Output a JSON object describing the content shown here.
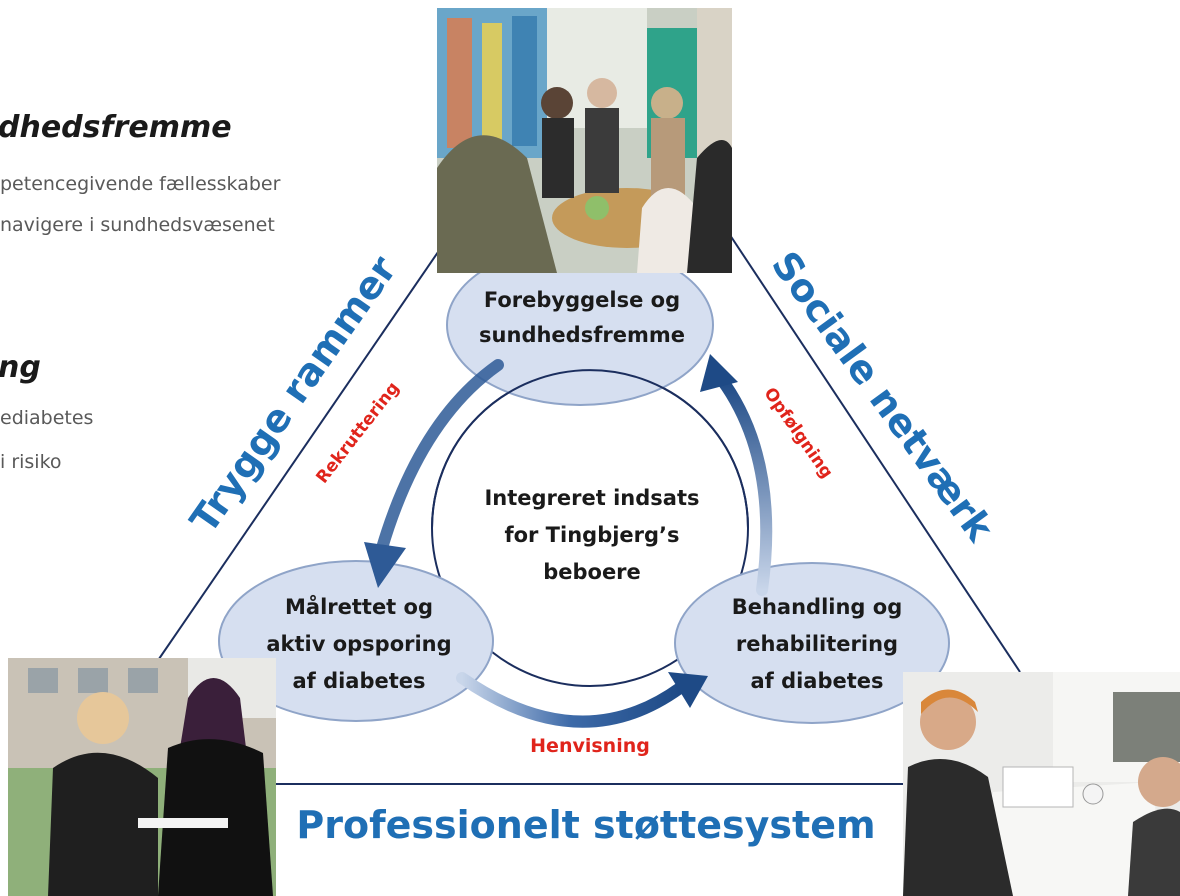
{
  "background": {
    "heading1": "dhedsfremme",
    "line1": "petencegivende fællesskaber",
    "line2": "navigere i sundhedsvæsenet",
    "heading2": "ng",
    "line3": "ediabetes",
    "line4": "i risiko"
  },
  "sides": {
    "left": "Trygge rammer",
    "right": "Sociale netværk",
    "bottom": "Professionelt støttesystem"
  },
  "nodes": {
    "top": [
      "Forebyggelse og",
      "sundhedsfremme"
    ],
    "left": [
      "Målrettet og",
      "aktiv opsporing",
      "af diabetes"
    ],
    "right": [
      "Behandling og",
      "rehabilitering",
      "af diabetes"
    ],
    "center": [
      "Integreret indsats",
      "for Tingbjerg’s",
      "beboere"
    ]
  },
  "arrows": {
    "left": "Rekruttering",
    "right": "Opfølgning",
    "bottom": "Henvisning"
  },
  "colors": {
    "navy": "#1b2e5e",
    "blue": "#1f6fb5",
    "red": "#e0241b",
    "ellipse_fill": "#d6dff0",
    "ellipse_stroke": "#8fa4c8",
    "arrow": "#2e5a96"
  },
  "photos": [
    "group-meeting-photo",
    "measurement-outdoor-photo",
    "consultation-photo"
  ]
}
